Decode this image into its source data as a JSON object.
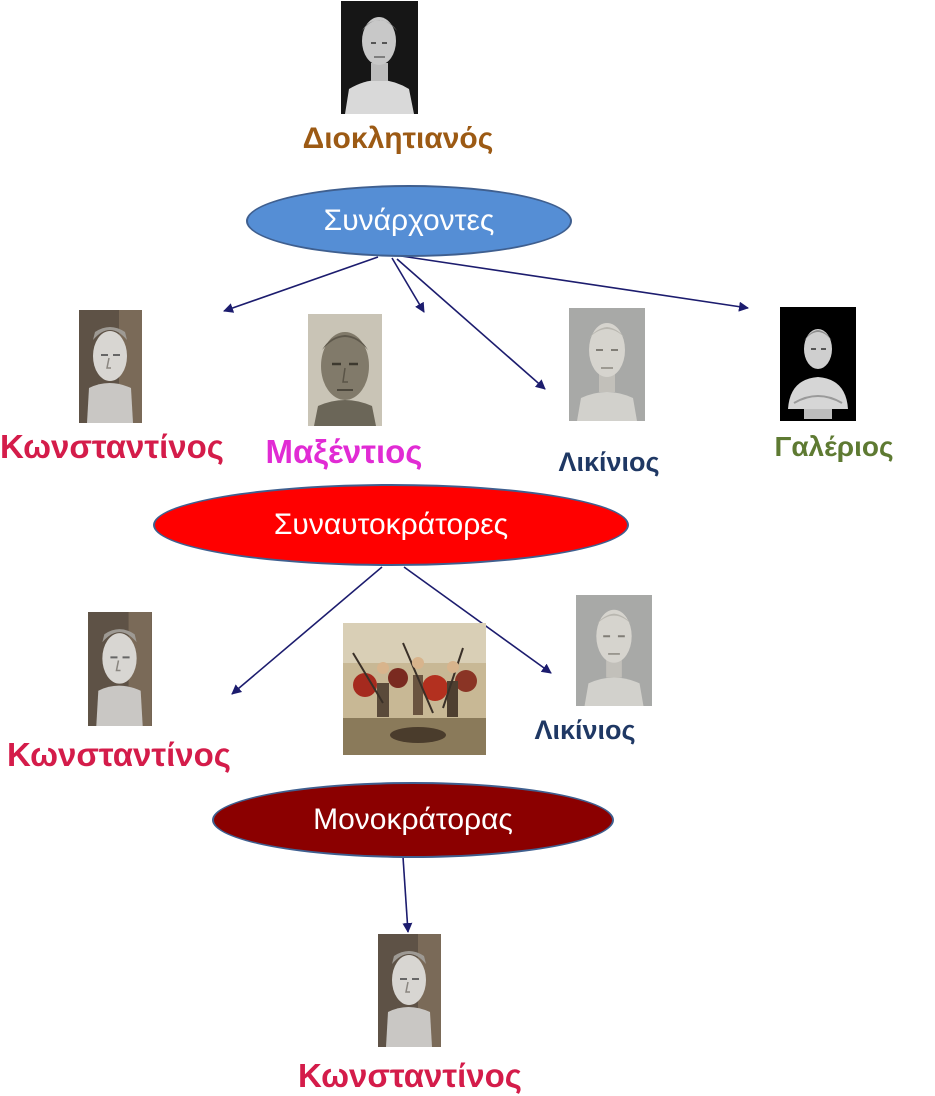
{
  "top": {
    "name": "Διοκλητιανός"
  },
  "levels": [
    {
      "label": "Συνάρχοντες",
      "color": "#558ed5",
      "members": [
        "Κωνσταντίνος",
        "Μαξέντιος",
        "Λικίνιος",
        "Γαλέριος"
      ]
    },
    {
      "label": "Συναυτοκράτορες",
      "color": "#ff0000",
      "members": [
        "Κωνσταντίνος",
        "Λικίνιος"
      ]
    },
    {
      "label": "Μονοκράτορας",
      "color": "#8b0000",
      "members": [
        "Κωνσταντίνος"
      ]
    }
  ],
  "colors": {
    "diocletian": "#9c5a14",
    "constantine": "#d41c4a",
    "maxentius": "#e12bd4",
    "licinius": "#1f3864",
    "galerius": "#5e7a32",
    "arrow": "#1c1c6e"
  },
  "images": {
    "bust": "bust-portrait",
    "battle": "battle-painting"
  }
}
